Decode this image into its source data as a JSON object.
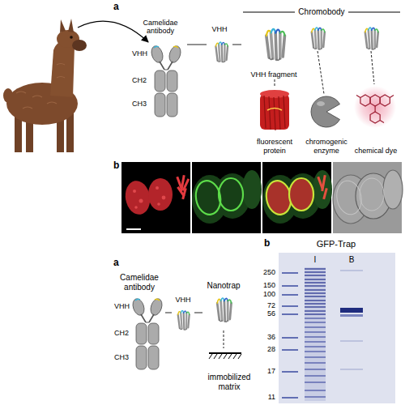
{
  "diagram": {
    "nodes": [
      {
        "text": [
          "Camelidae antibody"
        ]
      },
      {
        "text": [
          "VHH"
        ]
      },
      {
        "text": [
          "Chromobody"
        ]
      },
      {
        "text": [
          "VHH fragment"
        ],
        "in": 2
      },
      {
        "text": [
          "fluorescent protein"
        ],
        "in": 2
      },
      {
        "text": [
          "chromogenic enzyme"
        ],
        "in": 2
      },
      {
        "text": [
          "chemical dye"
        ],
        "in": 2
      },
      {
        "text": [
          "Camelidae antibody"
        ]
      },
      {
        "text": [
          "VHH"
        ]
      },
      {
        "text": [
          "Nanotrap"
        ]
      },
      {
        "text": [
          "immobilized matrix"
        ]
      },
      {
        "text": [
          "GFP-Trap"
        ]
      }
    ],
    "edges": [
      {
        "from": 0,
        "to": 1,
        "arrow": "none"
      },
      {
        "from": 1,
        "to": 2,
        "arrow": "none"
      },
      {
        "from": 3,
        "to": 4,
        "arrow": "none"
      },
      {
        "from": 7,
        "to": 8,
        "arrow": "none"
      },
      {
        "from": 8,
        "to": 9,
        "arrow": "none"
      },
      {
        "from": 9,
        "to": 10,
        "arrow": "none"
      }
    ],
    "labels": [
      "a",
      "VHH",
      "CH2",
      "CH3",
      "b",
      "a",
      "VHH",
      "CH2",
      "CH3",
      "b",
      "I",
      "B",
      "250",
      "150",
      "100",
      "72",
      "56",
      "36",
      "28",
      "17",
      "11"
    ]
  }
}
